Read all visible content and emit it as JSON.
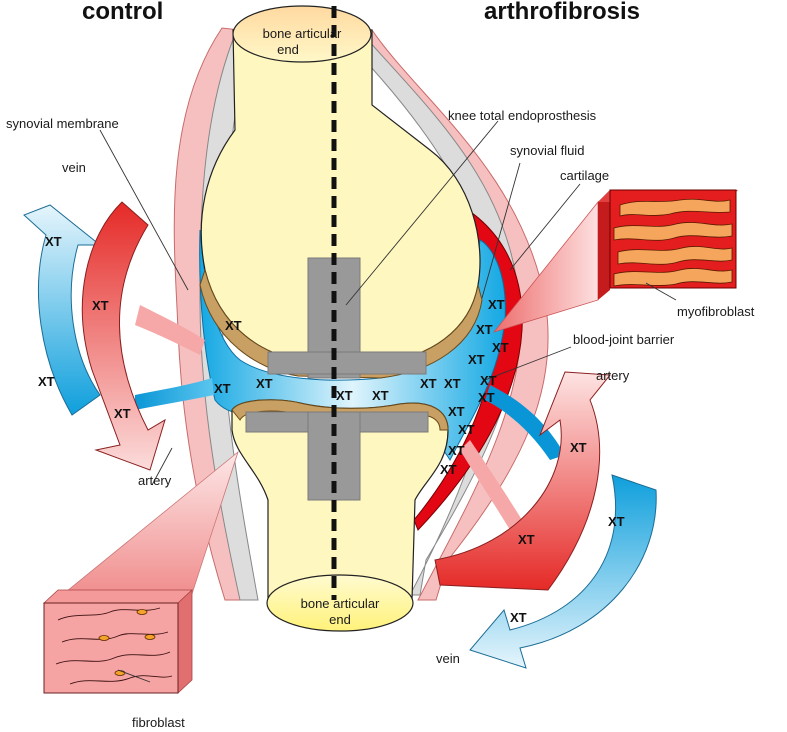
{
  "headings": {
    "left": "control",
    "right": "arthrofibrosis"
  },
  "labels": {
    "bone_top_line1": "bone articular",
    "bone_top_line2": "end",
    "bone_bottom_line1": "bone articular",
    "bone_bottom_line2": "end",
    "synovial_membrane": "synovial membrane",
    "knee_endoprosthesis": "knee total endoprosthesis",
    "synovial_fluid": "synovial fluid",
    "cartilage": "cartilage",
    "vein_left": "vein",
    "artery_left": "artery",
    "myofibroblast": "myofibroblast",
    "blood_joint_barrier": "blood-joint barrier",
    "artery_right": "artery",
    "vein_right": "vein",
    "fibroblast": "fibroblast"
  },
  "marker": "XT",
  "colors": {
    "bone": "#fff7b8",
    "bone_stroke": "#333333",
    "membrane_grey": "#d9d9d9",
    "membrane_pink": "#f6b8b8",
    "synovial_fluid": "#2bb0e6",
    "cartilage": "#c8a060",
    "fibrosis_red": "#e30613",
    "prosthesis": "#999999",
    "artery": "#e8413c",
    "vein": "#2aa8e0"
  }
}
